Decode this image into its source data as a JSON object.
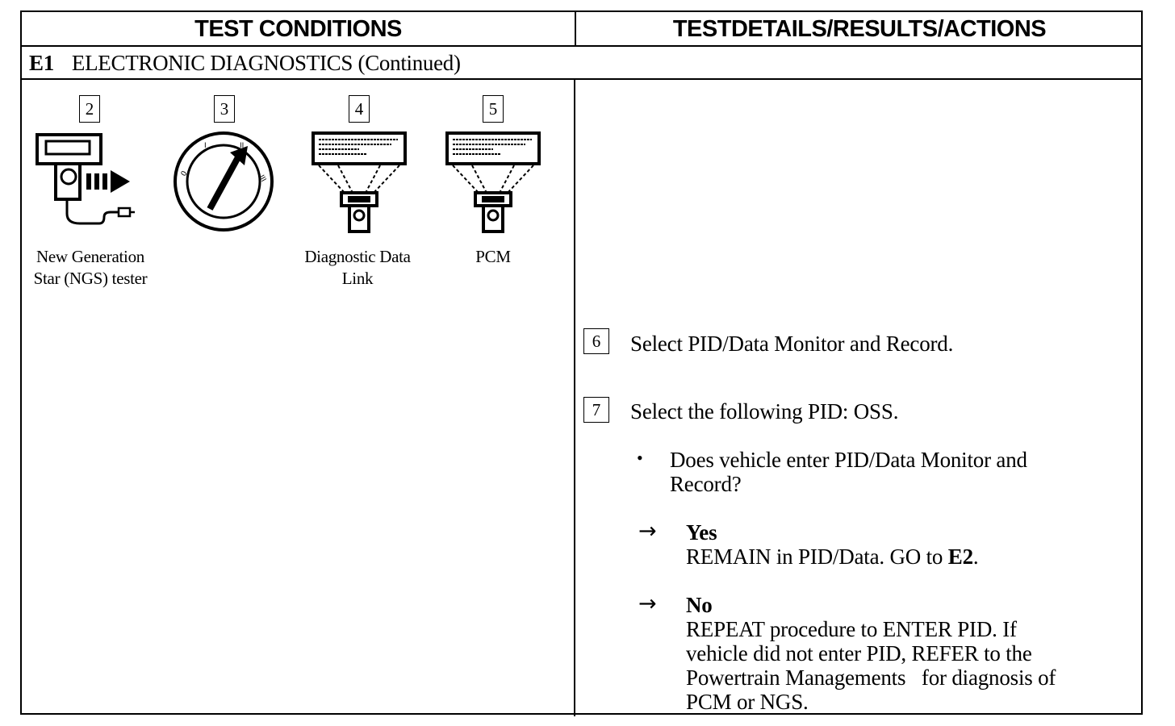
{
  "header": {
    "left_title": "TEST CONDITIONS",
    "right_title": "TESTDETAILS/RESULTS/ACTIONS"
  },
  "section": {
    "code": "E1",
    "title": "ELECTRONIC DIAGNOSTICS (Continued)"
  },
  "figures": [
    {
      "step": "2",
      "caption_line1": "New Generation",
      "caption_line2": "Star (NGS) tester",
      "icon": "ngs-tester-icon"
    },
    {
      "step": "3",
      "caption_line1": "",
      "caption_line2": "",
      "icon": "ignition-switch-icon"
    },
    {
      "step": "4",
      "caption_line1": "Diagnostic Data",
      "caption_line2": "Link",
      "icon": "diagnostic-screen-icon"
    },
    {
      "step": "5",
      "caption_line1": "PCM",
      "caption_line2": "",
      "icon": "pcm-screen-icon"
    }
  ],
  "steps": [
    {
      "number": "6",
      "text": "Select PID/Data Monitor and Record."
    },
    {
      "number": "7",
      "text": "Select the following PID: OSS."
    }
  ],
  "question": {
    "line1": "Does vehicle enter PID/Data Monitor and",
    "line2": "Record?"
  },
  "outcomes": {
    "yes": {
      "label": "Yes",
      "text_prefix": "REMAIN in PID/Data. GO to ",
      "text_bold": "E2",
      "text_suffix": "."
    },
    "no": {
      "label": "No",
      "line1": "REPEAT procedure to ENTER PID. If",
      "line2": "vehicle did not enter PID, REFER to the",
      "line3": "Powertrain Managements   for diagnosis of",
      "line4": "PCM or NGS."
    }
  }
}
